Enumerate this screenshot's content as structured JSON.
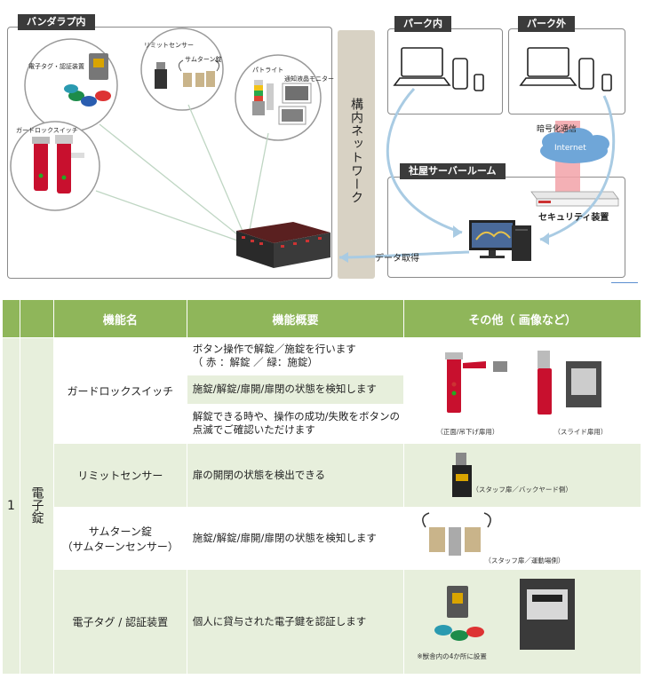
{
  "diagram": {
    "panel_inside": "バンダラプ内",
    "panel_park_in": "パーク内",
    "panel_park_out": "パーク外",
    "panel_server": "社屋サーバールーム",
    "network_label": "構内ネットワーク",
    "labels": {
      "e_tag": "電子タグ・認証装置",
      "limit_sensor": "リミットセンサー",
      "thumb_lock": "サムターン錠",
      "patlite": "パトライト",
      "monitor": "通知液晶モニター",
      "guard_lock": "ガードロックスイッチ",
      "encrypted": "暗号化通信",
      "internet": "Internet",
      "security": "セキュリティ装置",
      "data_acq": "データ取得"
    }
  },
  "table": {
    "headers": [
      "機能名",
      "機能概要",
      "その他（ 画像など）"
    ],
    "row_number": "1",
    "category": "電子錠",
    "rows": [
      {
        "name": "ガードロックスイッチ",
        "desc": [
          "ボタン操作で解錠／施錠を行います\n（ 赤 ：解錠 ／ 緑：施錠）",
          "施錠/解錠/扉開/扉閉の状態を検知します",
          "解錠できる時や、操作の成功/失敗をボタンの点滅でご確認いただけます"
        ],
        "captions": [
          "（正面/吊下げ扉用）",
          "（スライド扉用）"
        ]
      },
      {
        "name": "リミットセンサー",
        "desc": [
          "扉の開閉の状態を検出できる"
        ],
        "captions": [
          "（スタッフ扉／バックヤード側）"
        ]
      },
      {
        "name": "サムターン錠\n（サムターンセンサー）",
        "desc": [
          "施錠/解錠/扉開/扉閉の状態を検知します"
        ],
        "captions": [
          "（スタッフ扉／運動場側）"
        ]
      },
      {
        "name": "電子タグ / 認証装置",
        "desc": [
          "個人に貸与された電子鍵を認証します"
        ],
        "captions": [
          "※獣舎内の4か所に設置"
        ]
      }
    ]
  }
}
